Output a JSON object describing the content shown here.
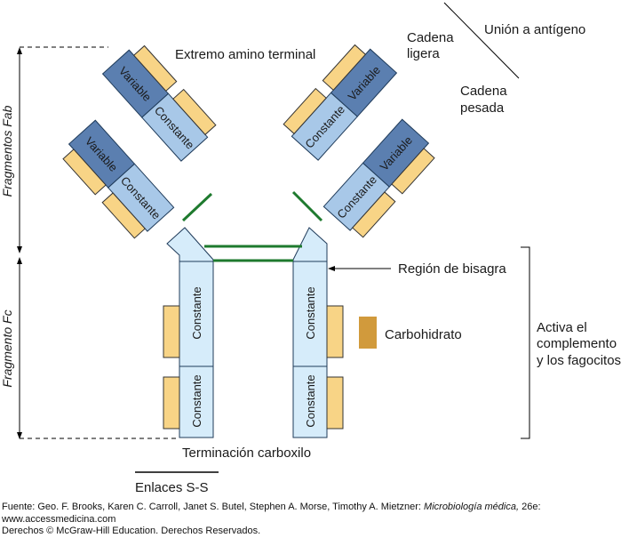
{
  "labels": {
    "amino_terminal": "Extremo amino terminal",
    "light_chain_line1": "Cadena",
    "light_chain_line2": "ligera",
    "heavy_chain_line1": "Cadena",
    "heavy_chain_line2": "pesada",
    "antigen_binding": "Unión a antígeno",
    "hinge_region": "Región de bisagra",
    "carbohydrate": "Carbohidrato",
    "complement_line1": "Activa el",
    "complement_line2": "complemento",
    "complement_line3": "y los fagocitos",
    "carboxyl_terminal": "Terminación carboxilo",
    "ss_bonds": "Enlaces S-S",
    "fab_fragments": "Fragmentos Fab",
    "fc_fragment": "Fragmento Fc"
  },
  "segments": {
    "variable": "Variable",
    "constant": "Constante"
  },
  "colors": {
    "variable_fill": "#5b7fb0",
    "constant_fill": "#a8c8e8",
    "fc_fill": "#d6ecfa",
    "light_chain_fill": "#f8d486",
    "carbohydrate_fill": "#d19a3c",
    "ss_bond": "#1e7a2e",
    "outline": "#1f3b5a"
  },
  "footer": {
    "source_prefix": "Fuente: Geo. F. Brooks, Karen C. Carroll, Janet S. Butel, Stephen A. Morse, Timothy A. Mietzner: ",
    "book_title": "Microbiología médica,",
    "edition": " 26e:",
    "website": "www.accessmedicina.com",
    "copyright": "Derechos © McGraw-Hill Education. Derechos Reservados."
  }
}
